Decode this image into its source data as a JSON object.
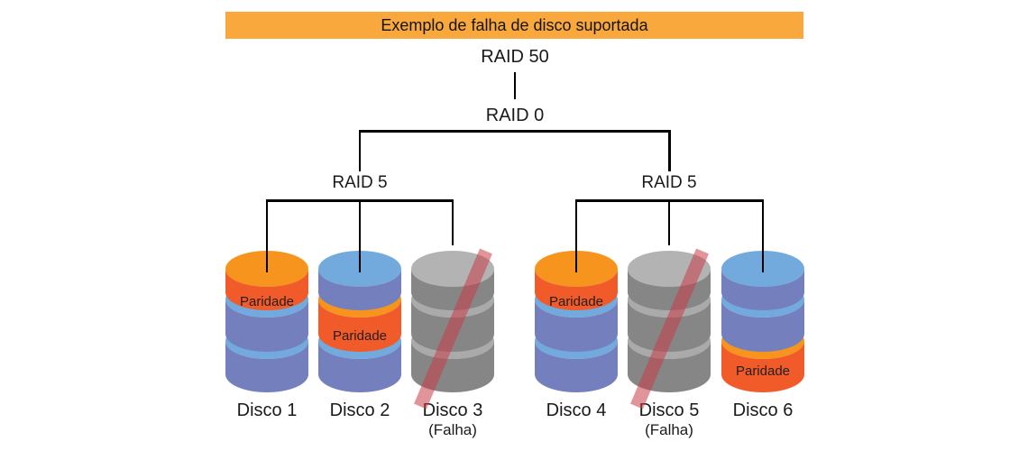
{
  "title_banner": {
    "label": "Exemplo de falha de disco suportada"
  },
  "tree": {
    "root_label": "RAID 50",
    "stripe_label": "RAID 0",
    "group_labels": [
      "RAID 5",
      "RAID 5"
    ]
  },
  "parity_label": "Paridade",
  "disks": [
    {
      "name": "Disco 1",
      "status": "",
      "role": "parity-top",
      "failed": false
    },
    {
      "name": "Disco 2",
      "status": "",
      "role": "parity-middle",
      "failed": false
    },
    {
      "name": "Disco 3",
      "status": "(Falha)",
      "role": "failed",
      "failed": true
    },
    {
      "name": "Disco 4",
      "status": "",
      "role": "parity-top",
      "failed": false
    },
    {
      "name": "Disco 5",
      "status": "(Falha)",
      "role": "failed",
      "failed": true
    },
    {
      "name": "Disco 6",
      "status": "",
      "role": "parity-bottom",
      "failed": false
    }
  ],
  "colors": {
    "banner_bg": "#F8A83C",
    "orange_light": "#F7941E",
    "orange_dark": "#F15A29",
    "blue_light": "#72AADD",
    "blue_body": "#7480BE",
    "gray_light": "#B3B3B3",
    "gray_sep": "#AAAAAA",
    "gray_body": "#868686",
    "fail_stripe": "#C83C46",
    "line": "#000000",
    "text": "#1A1A1A"
  }
}
